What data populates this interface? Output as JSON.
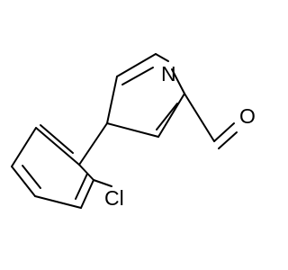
{
  "molecule": {
    "atoms": {
      "nitrogen": "N",
      "oxygen": "O",
      "chlorine": "Cl"
    },
    "colors": {
      "bonds": "#000000",
      "labels": "#000000",
      "background": "#ffffff"
    }
  }
}
